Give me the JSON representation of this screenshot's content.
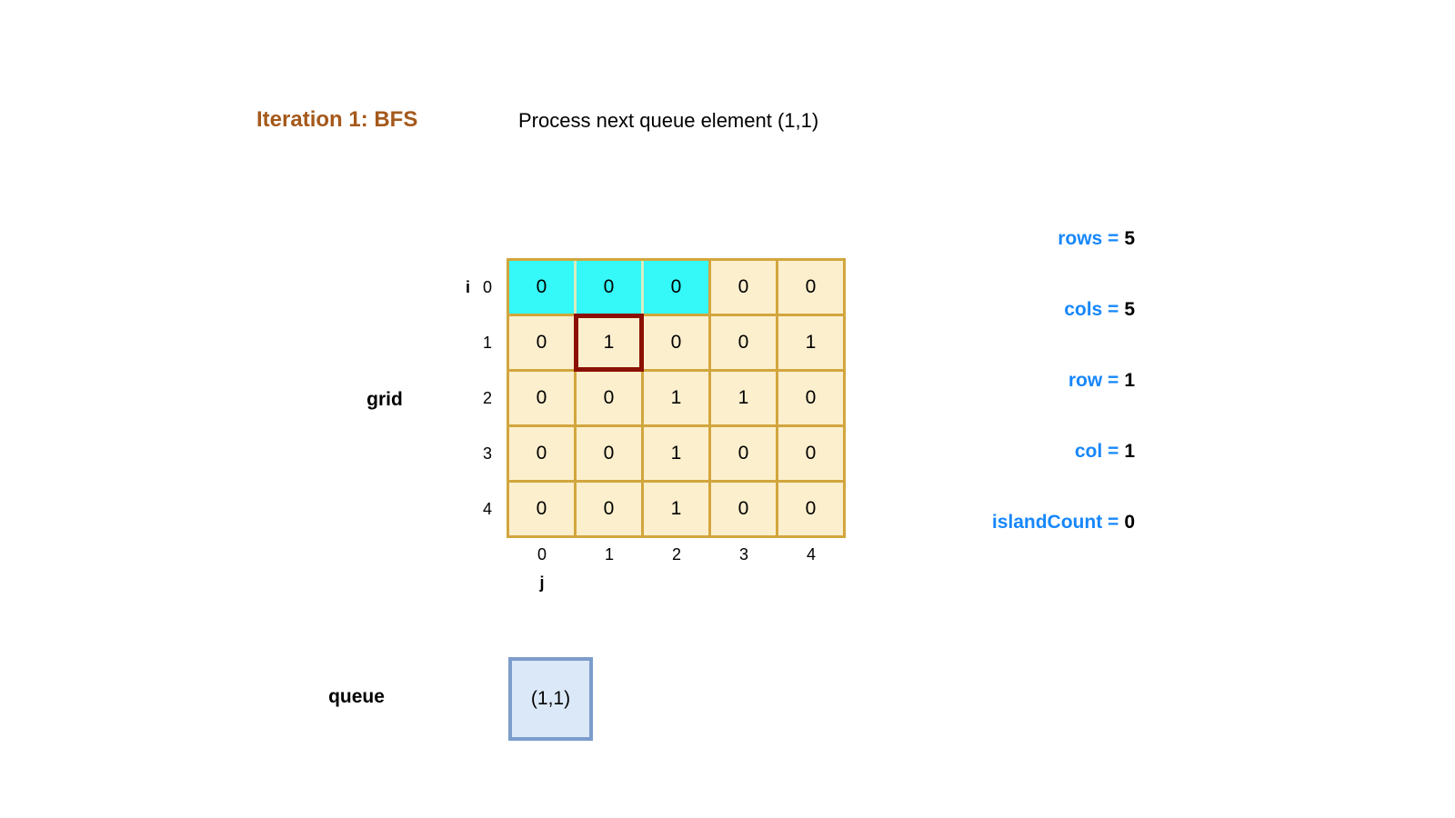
{
  "header": {
    "title": "Iteration 1: BFS",
    "subtitle": "Process next queue element (1,1)"
  },
  "grid": {
    "label": "grid",
    "row_axis_label": "i",
    "col_axis_label": "j",
    "row_indices": [
      "0",
      "1",
      "2",
      "3",
      "4"
    ],
    "col_indices": [
      "0",
      "1",
      "2",
      "3",
      "4"
    ],
    "cells": [
      [
        "0",
        "0",
        "0",
        "0",
        "0"
      ],
      [
        "0",
        "1",
        "0",
        "0",
        "1"
      ],
      [
        "0",
        "0",
        "1",
        "1",
        "0"
      ],
      [
        "0",
        "0",
        "1",
        "0",
        "0"
      ],
      [
        "0",
        "0",
        "1",
        "0",
        "0"
      ]
    ],
    "visited_cells": [
      [
        0,
        0
      ],
      [
        0,
        1
      ],
      [
        0,
        2
      ]
    ],
    "current_cell": [
      1,
      1
    ]
  },
  "variables": [
    {
      "name": "rows",
      "value": "5"
    },
    {
      "name": "cols",
      "value": "5"
    },
    {
      "name": "row",
      "value": "1"
    },
    {
      "name": "col",
      "value": "1"
    },
    {
      "name": "islandCount",
      "value": "0"
    }
  ],
  "queue": {
    "label": "queue",
    "items": [
      "(1,1)"
    ]
  },
  "colors": {
    "title": "#A5591B",
    "variable_name": "#1787FB",
    "variable_value": "#000000",
    "grid_border": "#D2A63E",
    "cell_bg": "#FCEFCD",
    "visited_bg": "#35F8F8",
    "visited_divider": "#D8EEC0",
    "current_outline": "#8B1004",
    "queue_bg": "#DBE8F8",
    "queue_border": "#7C9DCB"
  }
}
